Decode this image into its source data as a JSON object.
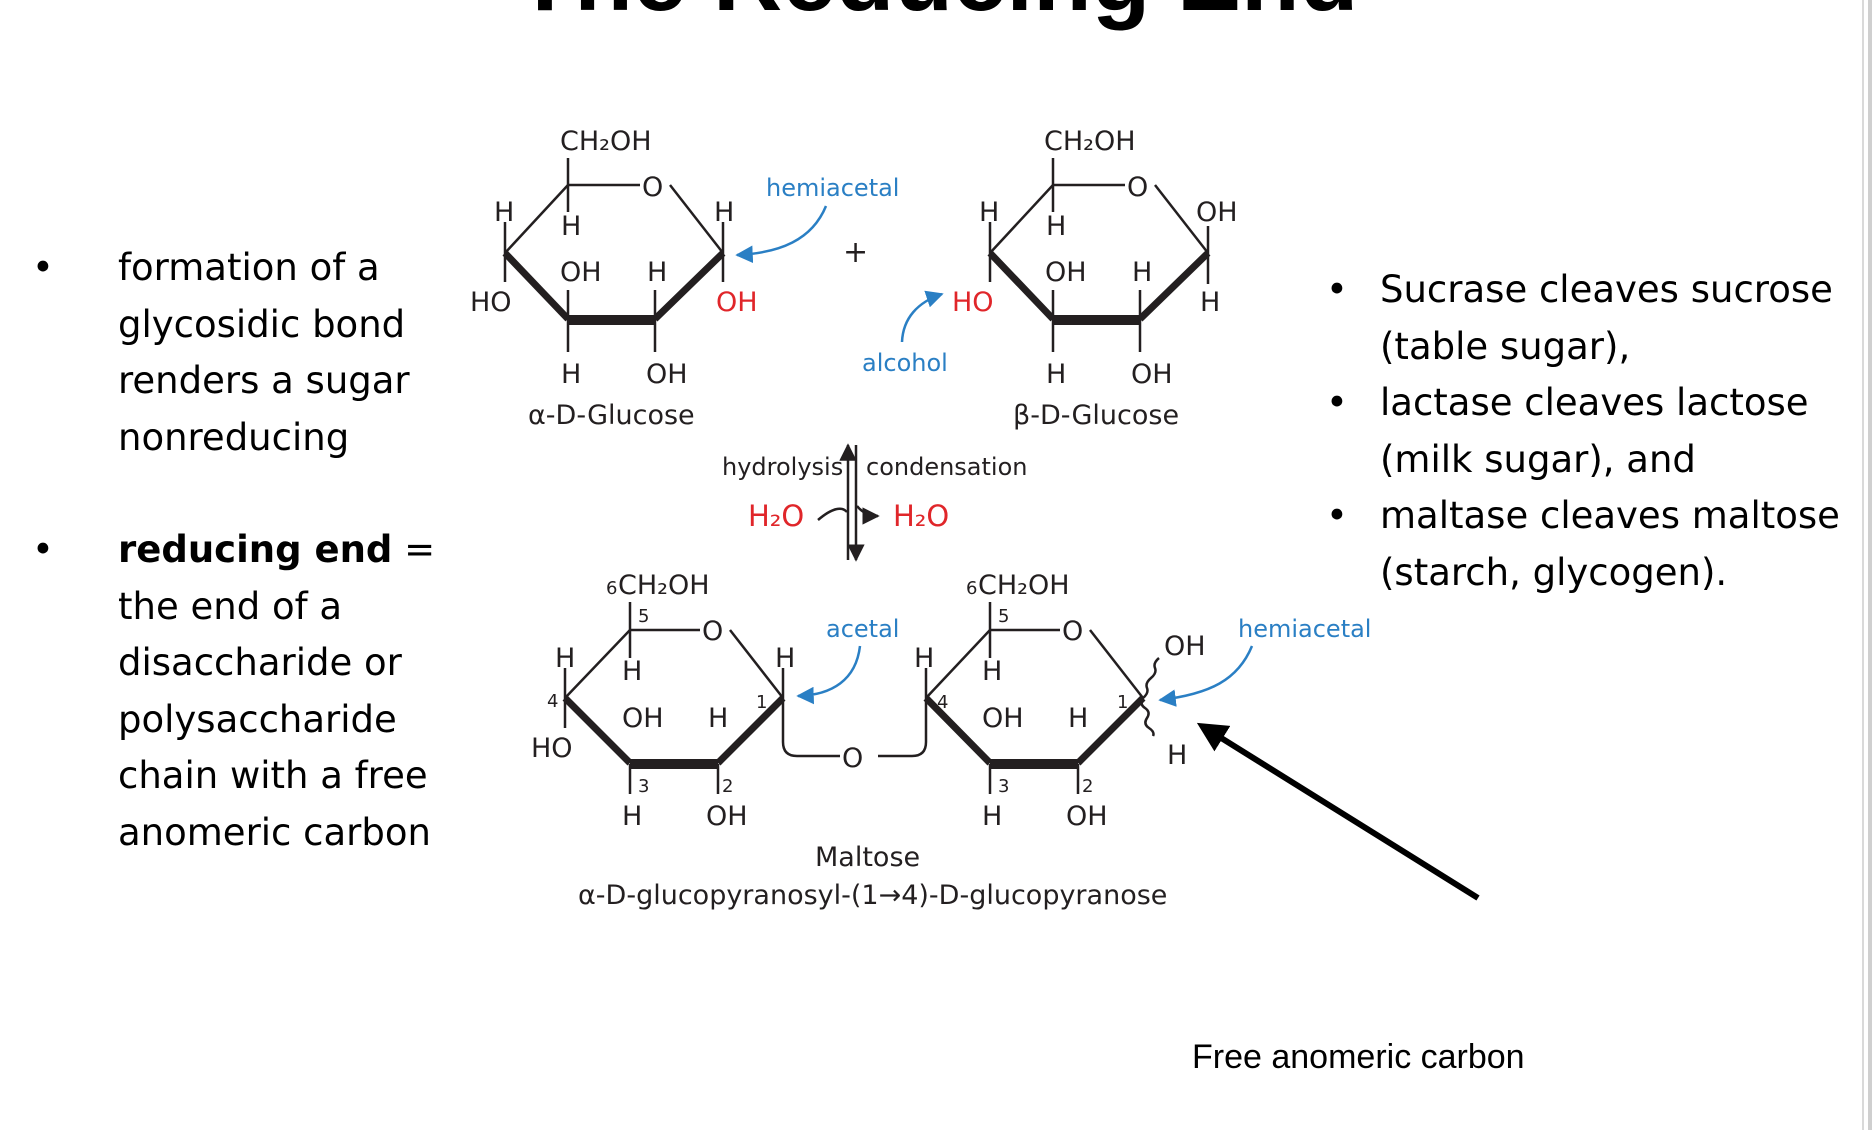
{
  "slide": {
    "title": "The Reducing End",
    "left_bullets": [
      {
        "bold": "",
        "text": "formation of a glycosidic bond renders a sugar nonreducing"
      },
      {
        "bold": "reducing end",
        "text": " = the end of a disaccharide or polysaccharide chain with a free anomeric carbon"
      }
    ],
    "right_bullets": [
      "Sucrase cleaves sucrose (table sugar),",
      "lactase cleaves lactose (milk sugar), and",
      "maltase cleaves maltose (starch, glycogen)."
    ],
    "arrow_caption": "Free anomeric carbon"
  },
  "diagram": {
    "colors": {
      "label_blue": "#2a7fc4",
      "reactive_red": "#e0262a",
      "ink": "#231f20"
    },
    "alpha_glucose": {
      "name": "α-D-Glucose",
      "ch2oh": "CH₂OH",
      "ring_o": "O",
      "h_c5_top": "H",
      "h_c4_top": "H",
      "h_c1_top": "H",
      "c4_oh": "HO",
      "c3_oh": "OH",
      "c2_h": "H",
      "c3_h": "H",
      "c2_oh": "OH",
      "anomeric_oh": "OH"
    },
    "beta_glucose": {
      "name": "β-D-Glucose",
      "ch2oh": "CH₂OH",
      "ring_o": "O",
      "h_c5_top": "H",
      "h_c4_top": "H",
      "anomeric_oh": "OH",
      "anomeric_h": "H",
      "c4_oh": "HO",
      "c3_oh": "OH",
      "c2_h": "H",
      "c3_h": "H",
      "c2_oh": "OH"
    },
    "hemiacetal_label": "hemiacetal",
    "alcohol_label": "alcohol",
    "plus": "+",
    "hydrolysis_label": "hydrolysis",
    "condensation_label": "condensation",
    "water_left": "H₂O",
    "water_right": "H₂O",
    "maltose": {
      "ring1_ch2oh": "CH₂OH",
      "ring2_ch2oh": "CH₂OH",
      "c6": "6",
      "ring_o": "O",
      "bridge_o": "O",
      "num_1": "1",
      "num_2": "2",
      "num_3": "3",
      "num_4": "4",
      "num_5": "5",
      "h": "H",
      "oh": "OH",
      "ho": "HO",
      "acetal_label": "acetal",
      "hemiacetal_label": "hemiacetal",
      "name": "Maltose",
      "systematic_name": "α-D-glucopyranosyl-(1→4)-D-glucopyranose"
    }
  }
}
